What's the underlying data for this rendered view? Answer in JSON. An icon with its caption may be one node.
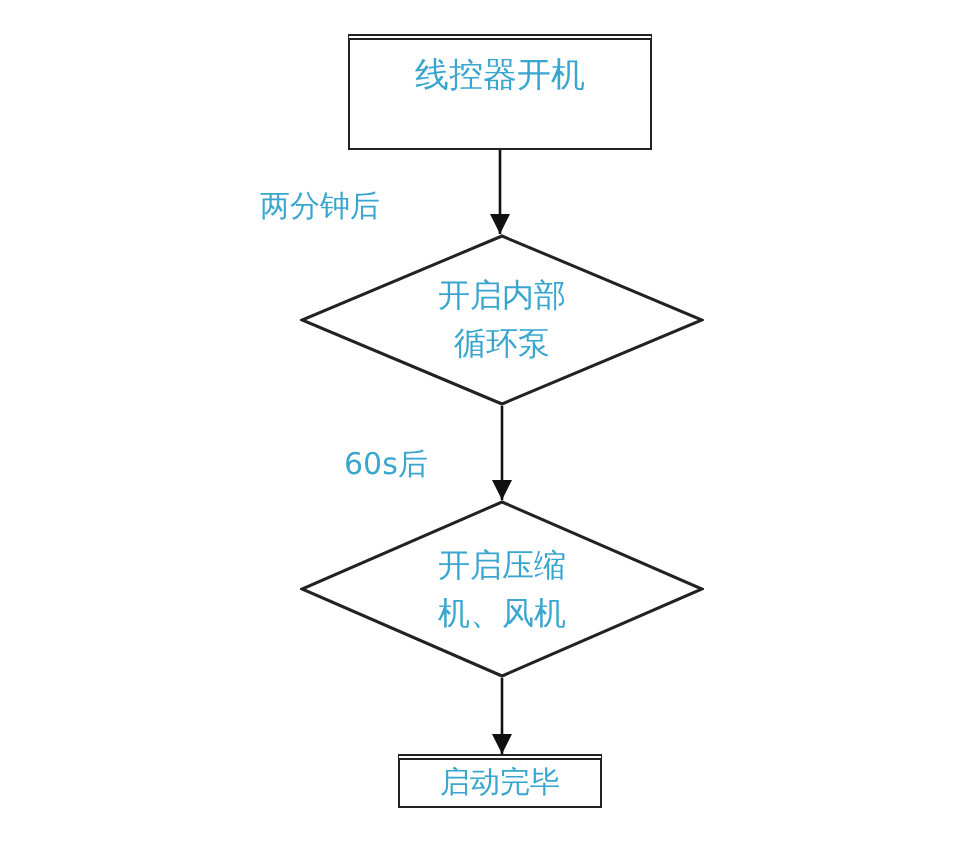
{
  "diagram": {
    "nodes": [
      {
        "text": [
          "线控器开机"
        ]
      },
      {
        "text": [
          "开启内部循环泵"
        ]
      },
      {
        "text": [
          "开启压缩机、风机"
        ]
      },
      {
        "text": [
          "启动完毕"
        ]
      }
    ],
    "edges": [
      {
        "from": 0,
        "to": 1,
        "arrow": "to",
        "label": "两分钟后"
      },
      {
        "from": 1,
        "to": 2,
        "arrow": "to",
        "label": "60s后"
      },
      {
        "from": 2,
        "to": 3,
        "arrow": "to"
      }
    ]
  }
}
